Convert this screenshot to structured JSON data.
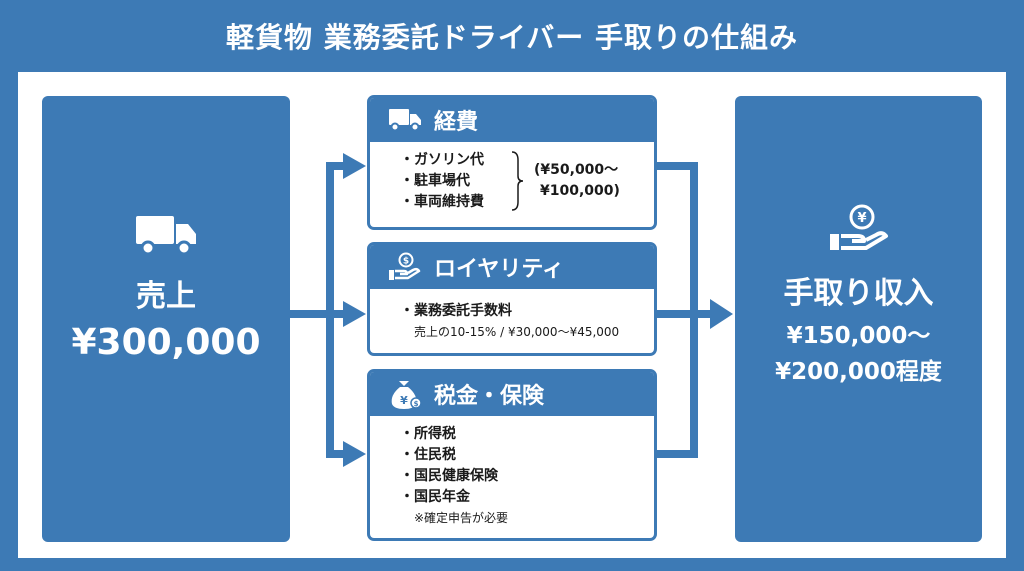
{
  "title": "軽貨物 業務委託ドライバー 手取りの仕組み",
  "sales": {
    "icon": "truck-icon",
    "label": "売上",
    "amount": "¥300,000"
  },
  "expenses": {
    "icon": "truck-icon",
    "title": "経費",
    "items": [
      "ガソリン代",
      "駐車場代",
      "車両維持費"
    ],
    "range_line1": "(¥50,000〜",
    "range_line2": "¥100,000)"
  },
  "royalty": {
    "icon": "hand-coin-icon",
    "title": "ロイヤリティ",
    "item": "業務委託手数料",
    "note": "売上の10-15% / ¥30,000〜¥45,000"
  },
  "taxes": {
    "icon": "money-bag-icon",
    "title": "税金・保険",
    "items": [
      "所得税",
      "住民税",
      "国民健康保険",
      "国民年金"
    ],
    "note": "※確定申告が必要"
  },
  "net_income": {
    "icon": "hand-yen-coin-icon",
    "label": "手取り収入",
    "amount_line1": "¥150,000〜",
    "amount_line2": "¥200,000程度"
  },
  "colors": {
    "primary": "#3d7ab5",
    "panel": "#ffffff",
    "text": "#1a1a1a"
  }
}
